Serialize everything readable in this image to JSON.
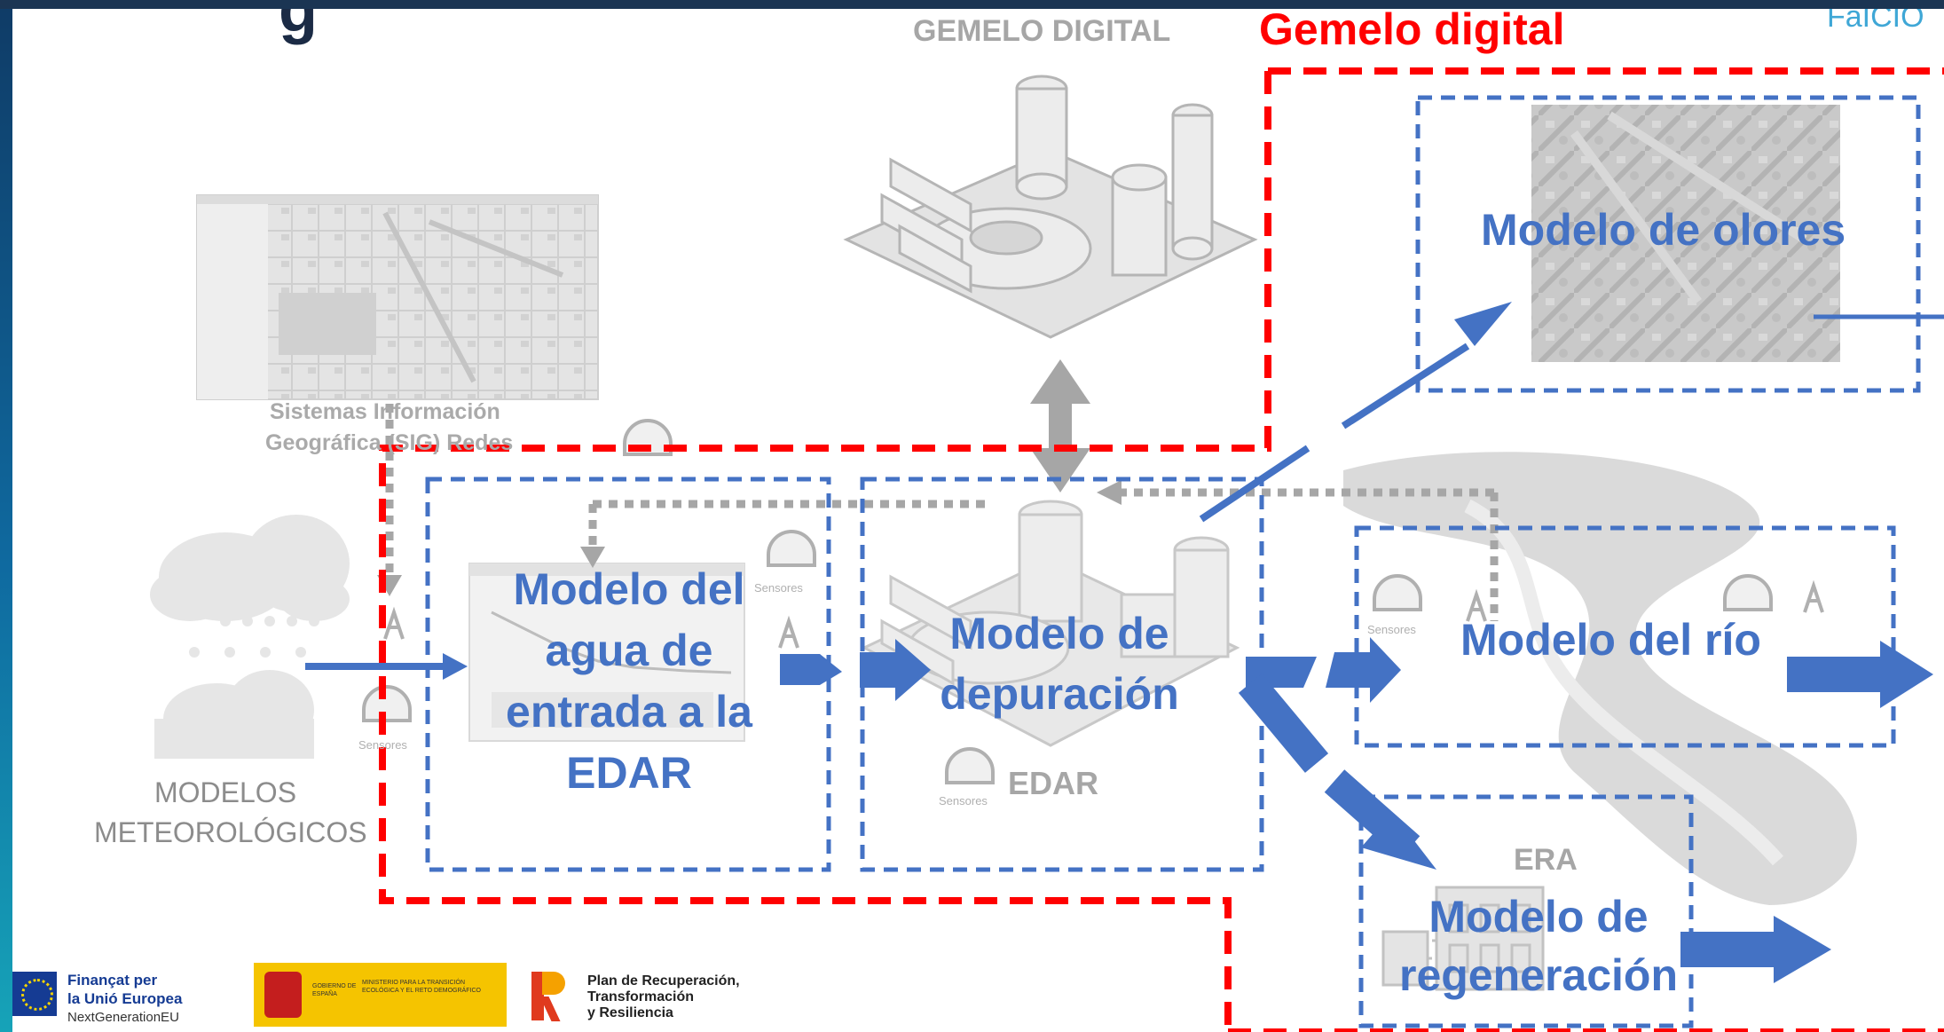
{
  "title_fragment": "g",
  "header_label": "GEMELO DIGITAL",
  "red_title": "Gemelo digital",
  "corner_logo_fragment": "FaICIO",
  "sig_label_line1": "Sistemas Información",
  "sig_label_line2": "Geográfica (SIG) Redes",
  "meteo_line1": "MODELOS",
  "meteo_line2": "METEOROLÓGICOS",
  "sensor_label": "Sensores",
  "edar_label": "EDAR",
  "era_label": "ERA",
  "model_inflow_lines": [
    "Modelo del",
    "agua de",
    "entrada a la",
    "EDAR"
  ],
  "model_treatment_lines": [
    "Modelo de",
    "depuración"
  ],
  "model_odor": "Modelo de olores",
  "model_river": "Modelo del río",
  "model_regen_lines": [
    "Modelo de",
    "regeneración"
  ],
  "footer": {
    "eu_line1": "Finançat per",
    "eu_line2": "la Unió Europea",
    "eu_line3": "NextGenerationEU",
    "gov_gobierno": "GOBIERNO DE ESPAÑA",
    "gov_ministerio": "MINISTERIO PARA LA TRANSICIÓN ECOLÓGICA Y EL RETO DEMOGRÁFICO",
    "plan_line1": "Plan de Recuperación,",
    "plan_line2": "Transformación",
    "plan_line3": "y Resiliencia"
  },
  "colors": {
    "blue": "#4472c4",
    "red": "#ff0000",
    "gray": "#a6a6a6"
  }
}
